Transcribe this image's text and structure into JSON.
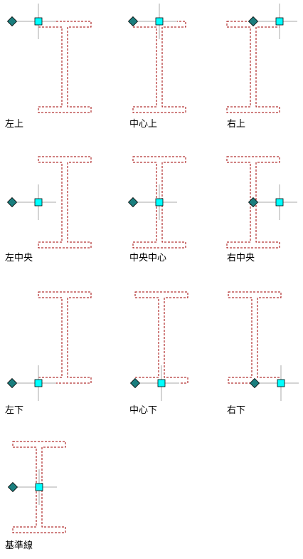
{
  "colors": {
    "background": "#ffffff",
    "beam_outline": "#a00000",
    "guide_line": "#a8a8a8",
    "reference_marker": "#1a7e7e",
    "insertion_marker": "#00ffff",
    "marker_stroke": "#000000"
  },
  "icons": {
    "reference_marker": "diamond-icon",
    "insertion_marker": "square-icon"
  },
  "diagram": {
    "cells": [
      {
        "id": "top-left",
        "label": "左上"
      },
      {
        "id": "top-center",
        "label": "中心上"
      },
      {
        "id": "top-right",
        "label": "右上"
      },
      {
        "id": "middle-left",
        "label": "左中央"
      },
      {
        "id": "middle-center",
        "label": "中央中心"
      },
      {
        "id": "middle-right",
        "label": "右中央"
      },
      {
        "id": "bottom-left",
        "label": "左下"
      },
      {
        "id": "bottom-center",
        "label": "中心下"
      },
      {
        "id": "bottom-right",
        "label": "右下"
      },
      {
        "id": "baseline",
        "label": "基準線"
      }
    ]
  }
}
